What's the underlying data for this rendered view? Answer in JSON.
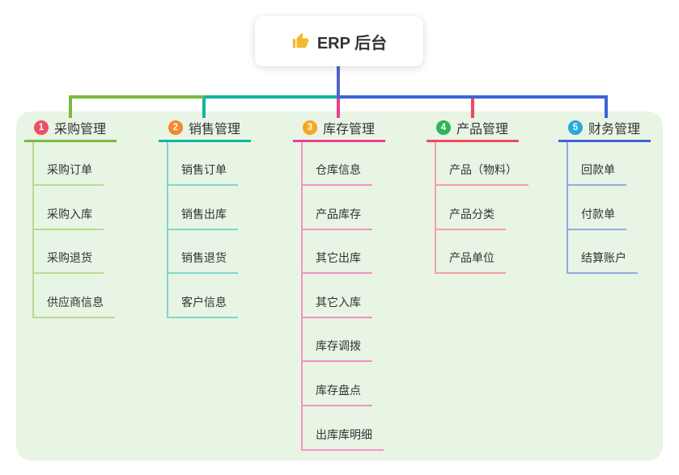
{
  "root": {
    "title": "ERP 后台",
    "icon": "thumbs-up-icon",
    "icon_color": "#f5b82e"
  },
  "branches": [
    {
      "badge": "1",
      "label": "采购管理",
      "badge_color": "#ee4e63",
      "line_color": "#7cb93f",
      "child_line_color": "#b7db92",
      "children": [
        "采购订单",
        "采购入库",
        "采购退货",
        "供应商信息"
      ]
    },
    {
      "badge": "2",
      "label": "销售管理",
      "badge_color": "#f8862a",
      "line_color": "#12b5a3",
      "child_line_color": "#83d6c9",
      "children": [
        "销售订单",
        "销售出库",
        "销售退货",
        "客户信息"
      ]
    },
    {
      "badge": "3",
      "label": "库存管理",
      "badge_color": "#f7a61f",
      "line_color": "#ec3e92",
      "child_line_color": "#f392c2",
      "children": [
        "仓库信息",
        "产品库存",
        "其它出库",
        "其它入库",
        "库存调拨",
        "库存盘点",
        "出库库明细"
      ]
    },
    {
      "badge": "4",
      "label": "产品管理",
      "badge_color": "#2fb457",
      "line_color": "#f4485d",
      "child_line_color": "#f6a0a0",
      "children": [
        "产品（物料）",
        "产品分类",
        "产品单位"
      ]
    },
    {
      "badge": "5",
      "label": "财务管理",
      "badge_color": "#2aa7de",
      "line_color": "#3e63d8",
      "child_line_color": "#93abdf",
      "children": [
        "回款单",
        "付款单",
        "结算账户"
      ]
    }
  ],
  "connectors": {
    "root_line_color": "#5064d2"
  },
  "canvas": {
    "page_bg": "#ffffff",
    "panel_bg": "#e8f4e4"
  }
}
